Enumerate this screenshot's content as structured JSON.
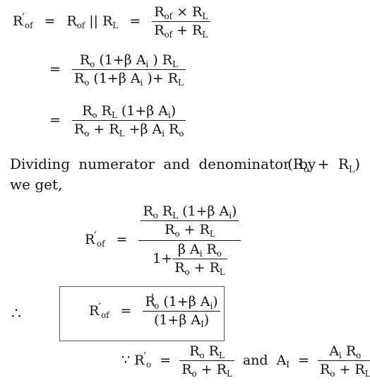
{
  "eq1": {
    "lhs": "R",
    "lhs_sub": "of",
    "lhs_prime": "′",
    "eq_sign": "=",
    "middle": "R",
    "middle_sub": "of",
    "parallel": "||",
    "middle2": "R",
    "middle2_sub": "L",
    "eq_sign2": "=",
    "num": "R",
    "num_sub": "of",
    "num_op": "× R",
    "num_sub2": "L",
    "den": "R",
    "den_sub": "of",
    "den_op": "+ R",
    "den_sub2": "L"
  },
  "eq2": {
    "eq_sign": "=",
    "num_a": "R",
    "num_a_sub": "o",
    "num_b": "(1+β A",
    "num_b_sub": "i",
    "num_c": ") R",
    "num_c_sub": "L",
    "den_a": "R",
    "den_a_sub": "o",
    "den_b": "(1+β A",
    "den_b_sub": "i",
    "den_c": ")+ R",
    "den_c_sub": "L"
  },
  "eq3": {
    "eq_sign": "=",
    "num_a": "R",
    "num_a_sub": "o",
    "num_b": "R",
    "num_b_sub": "L",
    "num_c": "(1+β A",
    "num_c_sub": "i",
    "num_d": ")",
    "den_a": "R",
    "den_a_sub": "o",
    "den_b": "+ R",
    "den_b_sub": "L",
    "den_c": "+β A",
    "den_c_sub": "i",
    "den_d": "R",
    "den_d_sub": "o"
  },
  "text": {
    "line1": "Dividing numerator and denominator by",
    "paren_open": "(R",
    "paren_sub1": "o",
    "paren_mid": "+ R",
    "paren_sub2": "L",
    "paren_close": ")",
    "line2": "we get,"
  },
  "eq4": {
    "lhs": "R",
    "lhs_sub": "of",
    "lhs_prime": "′",
    "eq_sign": "=",
    "inner_num_a": "R",
    "inner_num_a_sub": "o",
    "inner_num_b": "R",
    "inner_num_b_sub": "L",
    "inner_num_c": "(1+β A",
    "inner_num_c_sub": "i",
    "inner_num_d": ")",
    "inner_den_a": "R",
    "inner_den_a_sub": "o",
    "inner_den_b": "+ R",
    "inner_den_b_sub": "L",
    "one_plus": "1+",
    "sub_num_a": "β A",
    "sub_num_a_sub": "i",
    "sub_num_b": "R",
    "sub_num_b_sub": "o",
    "sub_den_a": "R",
    "sub_den_a_sub": "o",
    "sub_den_b": "+ R",
    "sub_den_b_sub": "L"
  },
  "eq5": {
    "therefore": "∴",
    "lhs": "R",
    "lhs_sub": "of",
    "lhs_prime": "′",
    "eq_sign": "=",
    "num_a": "R",
    "num_a_sub": "o",
    "num_a_prime": "'",
    "num_b": "(1+β A",
    "num_b_sub": "i",
    "num_c": ")",
    "den_a": "(1+β A",
    "den_a_sub": "I",
    "den_b": ")"
  },
  "eq6": {
    "because": "∵",
    "lhs": "R",
    "lhs_prime": "′",
    "lhs_sub": "o",
    "eq_sign": "=",
    "num_a": "R",
    "num_a_sub": "o",
    "num_b": "R",
    "num_b_sub": "L",
    "den_a": "R",
    "den_a_sub": "o",
    "den_b": "+ R",
    "den_b_sub": "L",
    "and_word": "and",
    "a_lhs": "A",
    "a_lhs_sub": "I",
    "eq_sign2": "=",
    "a_num_a": "A",
    "a_num_a_sub": "i",
    "a_num_b": "R",
    "a_num_b_sub": "o",
    "a_den_a": "R",
    "a_den_a_sub": "o",
    "a_den_b": "+ R",
    "a_den_b_sub": "L"
  }
}
